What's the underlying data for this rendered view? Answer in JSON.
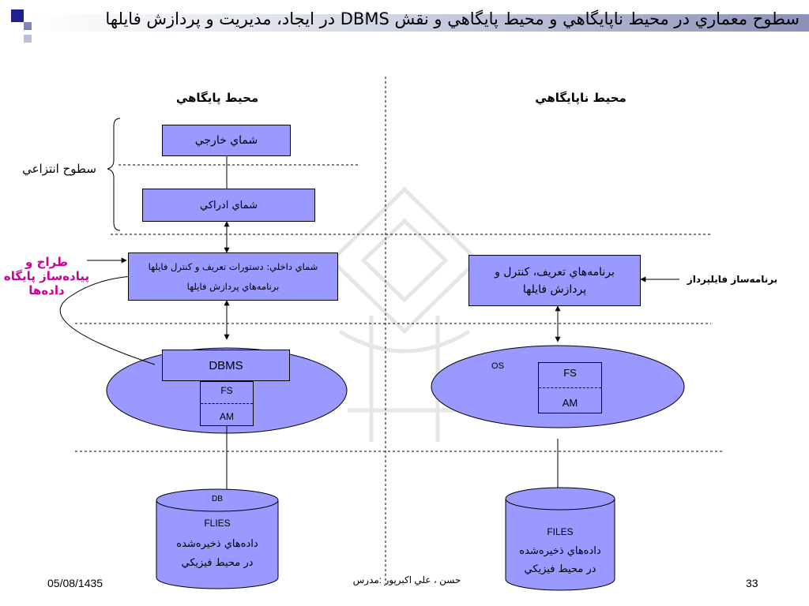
{
  "slide": {
    "title": "سطوح معماري در محيط ناپايگاهي و محيط پايگاهي و نقش DBMS در ايجاد، مديريت و پردازش فايلها",
    "colors": {
      "box_fill": "#9999ff",
      "accent_magenta": "#cc0099",
      "header_square": "#1f1f8f"
    }
  },
  "db_env": {
    "heading": "محيط پايگاهي",
    "external_schema": "شماي خارجي",
    "conceptual_schema": "شماي ادراكي",
    "internal_schema_line1": "شماي داخلي: دستورات تعريف و كنترل فايلها",
    "internal_schema_line2": "برنامه‌هاي پردازش فايلها",
    "dbms": "DBMS",
    "fs": "FS",
    "am": "AM",
    "db_label": "DB",
    "cyl_line1": "FLIES",
    "cyl_line2": "داده‌هاي ذخيره‌شده",
    "cyl_line3": "در محيط فيزيكي"
  },
  "left_labels": {
    "abstraction_levels": "سطوح انتزاعي",
    "designer_line1": "طراح و",
    "designer_line2": "پياده‌ساز پايگاه",
    "designer_line3": "داده‌ها"
  },
  "non_db_env": {
    "heading": "محيط ناپايگاهي",
    "programs_line1": "برنامه‌هاي تعريف، كنترل و",
    "programs_line2": "پردازش فايلها",
    "programmer": "برنامه‌ساز فايلپرداز",
    "os": "OS",
    "fs": "FS",
    "am": "AM",
    "cyl_line1": "FILES",
    "cyl_line2": "داده‌هاي ذخيره‌شده",
    "cyl_line3": "در محيط فيزيكي"
  },
  "footer": {
    "date": "05/08/1435",
    "author": "حسن ، علي اكبرپور :مدرس",
    "page_number": "33"
  }
}
